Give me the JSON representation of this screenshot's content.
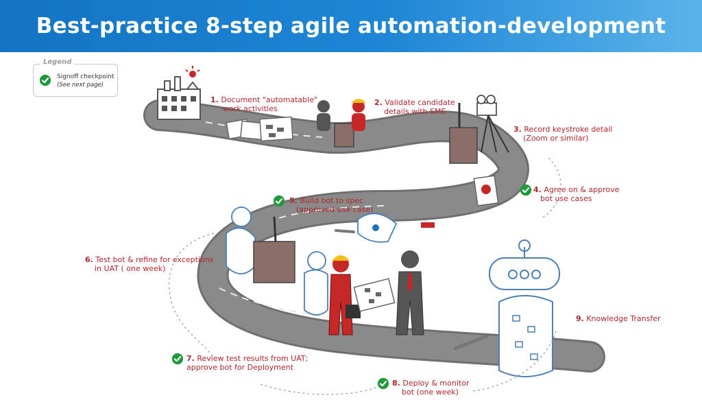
{
  "header": {
    "title": "Best-practice 8-step agile automation-development process"
  },
  "legend": {
    "title": "Legend",
    "item_label": "Signoff checkpoint",
    "item_note": "(See next page)"
  },
  "colors": {
    "banner": "#1373c4",
    "accent_red": "#c62828",
    "check_green": "#1f9a3a",
    "road": "#7b7b7b"
  },
  "icons": [
    "factory-icon",
    "documents-icon",
    "meeting-icon",
    "camera-icon",
    "certificate-icon",
    "robot-icon",
    "wrench-icon",
    "check-icon",
    "flowchart-icon"
  ],
  "steps": [
    {
      "num": "1.",
      "line1": "Document \"automatable\"",
      "line2": "work activities"
    },
    {
      "num": "2.",
      "line1": "Validate candidate",
      "line2": "details with SME"
    },
    {
      "num": "3.",
      "line1": "Record keystroke detail",
      "line2": "(Zoom or similar)"
    },
    {
      "num": "4.",
      "line1": "Agree on & approve",
      "line2": "bot use cases"
    },
    {
      "num": "5.",
      "line1": "Build bot to spec",
      "line2": "(approved use case)"
    },
    {
      "num": "6.",
      "line1": "Test bot & refine for exceptions",
      "line2": "in UAT ( one week)"
    },
    {
      "num": "7.",
      "line1": "Review test results from UAT;",
      "line2": "approve bot for Deployment"
    },
    {
      "num": "8.",
      "line1": "Deploy & monitor",
      "line2": "bot (one week)"
    },
    {
      "num": "9.",
      "line1": "Knowledge Transfer",
      "line2": ""
    }
  ]
}
